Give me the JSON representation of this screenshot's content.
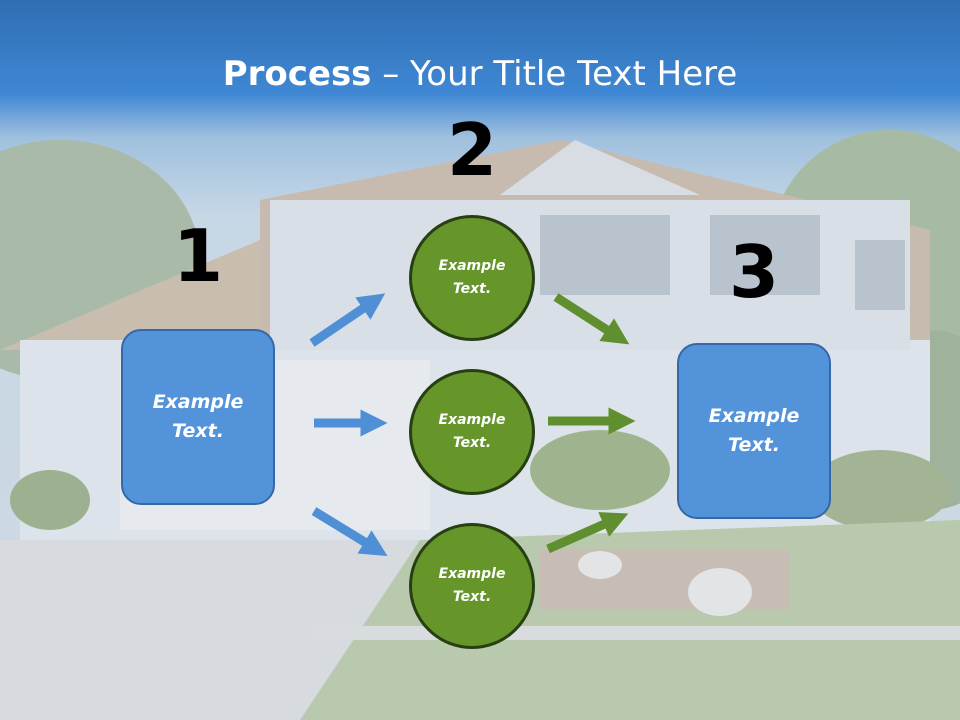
{
  "title": {
    "bold": "Process",
    "rest": " – Your Title Text Here"
  },
  "steps": {
    "one": {
      "number": "1",
      "label": "Example Text."
    },
    "two": {
      "number": "2"
    },
    "three": {
      "number": "3",
      "label": "Example Text."
    }
  },
  "circles": [
    {
      "label": "Example Text."
    },
    {
      "label": "Example Text."
    },
    {
      "label": "Example Text."
    }
  ],
  "colors": {
    "header_blue": "#3a7fc7",
    "box_fill": "#5393d9",
    "circle_fill": "#66962a",
    "blue_arrow": "#4f8fd6",
    "green_arrow": "#5f8f2e"
  }
}
